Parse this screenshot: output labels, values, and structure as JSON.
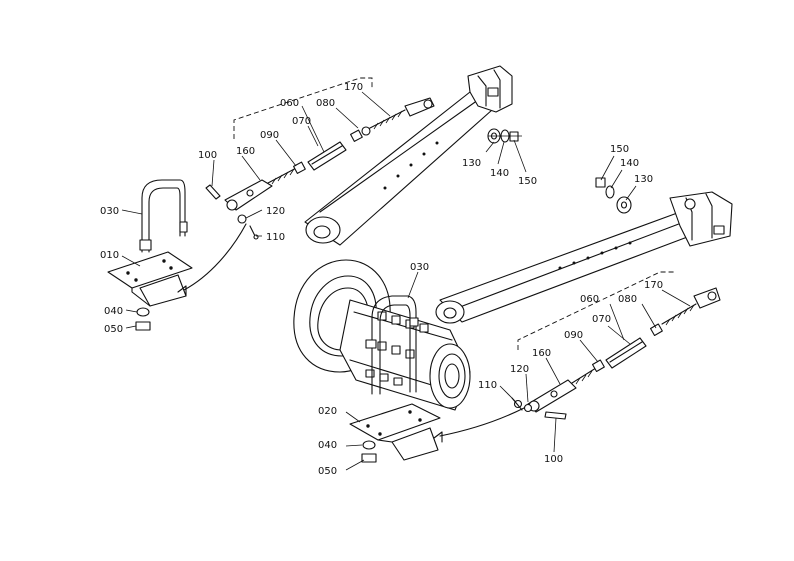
{
  "labels": {
    "l1_060": "060",
    "l1_080": "080",
    "l1_170": "170",
    "l1_070": "070",
    "l1_090": "090",
    "l1_160": "160",
    "l1_100": "100",
    "l1_120": "120",
    "l1_110": "110",
    "l1_130": "130",
    "l1_140": "140",
    "l1_150": "150",
    "l1_030": "030",
    "l1_010": "010",
    "l1_040": "040",
    "l1_050": "050",
    "r_150": "150",
    "r_140": "140",
    "r_130": "130",
    "r_060": "060",
    "r_080": "080",
    "r_170": "170",
    "r_070": "070",
    "r_090": "090",
    "r_160": "160",
    "r_110": "110",
    "r_120": "120",
    "r_100": "100",
    "c_030": "030",
    "c_020": "020",
    "c_040": "040",
    "c_050": "050"
  }
}
